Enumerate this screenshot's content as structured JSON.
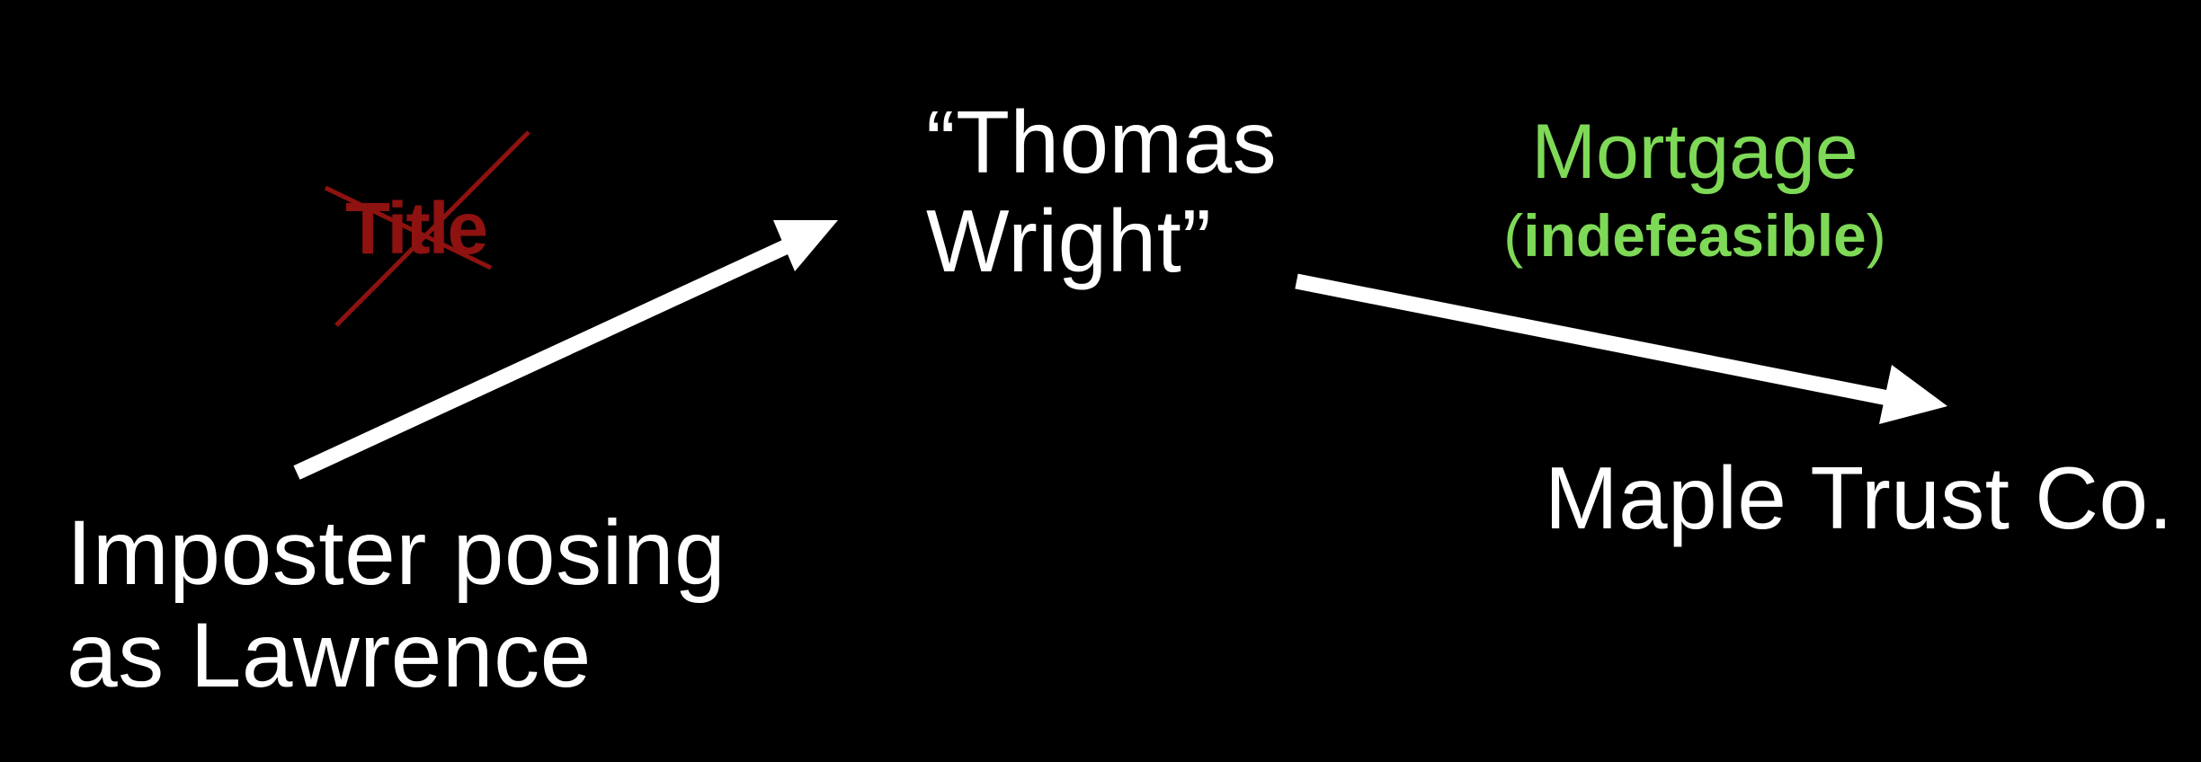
{
  "nodes": {
    "thomas_line1": "“Thomas",
    "thomas_line2": "Wright”",
    "imposter_line1": "Imposter posing",
    "imposter_line2": "as Lawrence",
    "maple": "Maple Trust Co."
  },
  "edges": {
    "title_label": "Title",
    "mortgage_label": "Mortgage",
    "indefeasible_open": "(",
    "indefeasible_word": "indefeasible",
    "indefeasible_close": ")"
  },
  "colors": {
    "background": "#000000",
    "text": "#ffffff",
    "mortgage_green": "#7ed957",
    "title_red": "#8e1210"
  },
  "icons": {
    "arrow": "arrow-icon",
    "cross_out": "x-mark-icon"
  }
}
